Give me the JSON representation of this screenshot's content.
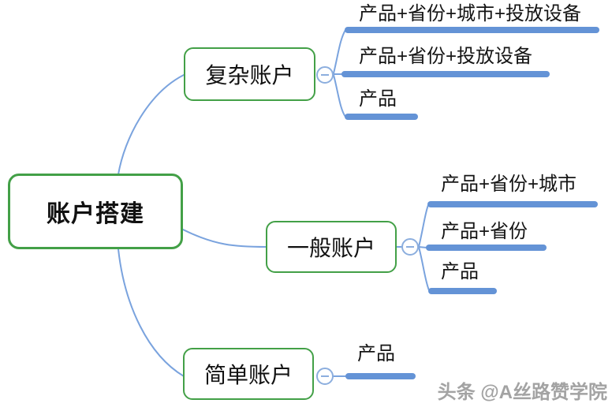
{
  "diagram": {
    "root": {
      "label": "账户搭建"
    },
    "branches": [
      {
        "label": "复杂账户",
        "children": [
          "产品+省份+城市+投放设备",
          "产品+省份+投放设备",
          "产品"
        ]
      },
      {
        "label": "一般账户",
        "children": [
          "产品+省份+城市",
          "产品+省份",
          "产品"
        ]
      },
      {
        "label": "简单账户",
        "children": [
          "产品"
        ]
      }
    ],
    "collapse_icon": "minus-icon",
    "colors": {
      "node_border": "#43a047",
      "connector": "#7aa3de",
      "leaf_line": "#6493d6",
      "collapse_stroke": "#8caede",
      "text": "#141414",
      "watermark": "#a3a3a3"
    }
  },
  "watermark": {
    "text": "头条 @A丝路赞学院"
  }
}
